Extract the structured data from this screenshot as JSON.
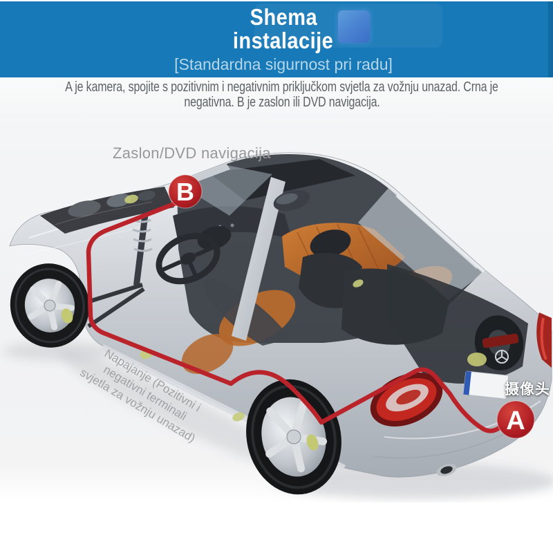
{
  "header": {
    "title_line1": "Shema",
    "title_line2": "instalacije",
    "subtitle": "[Standardna sigurnost pri radu]",
    "background_color": "#1779b7",
    "subtitle_color": "#b5d7e9"
  },
  "description": {
    "line1": "A je kamera, spojite s pozitivnim i negativnim priključkom svjetla za vožnju unazad. Crna je",
    "line2": "negativna. B je zaslon ili DVD navigacija."
  },
  "diagram": {
    "display_label": "Zaslon/DVD navigacija",
    "marker_b": "B",
    "marker_a": "A",
    "camera_label": "摄像头",
    "power_label_line1": "Napajanje (Pozitivni i",
    "power_label_line2": "negativni terminali",
    "power_label_line3": "svjetla za vožnju unazad)",
    "cable_color": "#bb232b",
    "marker_color": "#b01e24",
    "seat_accent_color": "#c0702f",
    "body_color": "#c9ced4"
  }
}
